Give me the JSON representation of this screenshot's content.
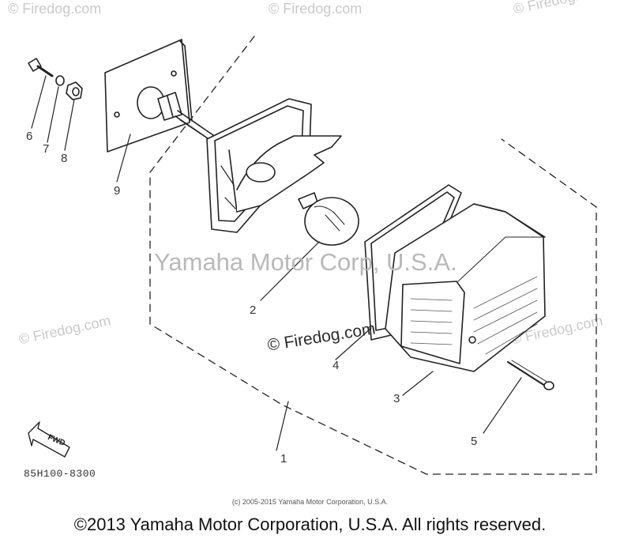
{
  "watermarks": {
    "top_left": "© Firedog.com",
    "top_center": "© Firedog.com",
    "top_right": "© Firedog.com",
    "mid_left": "© Firedog.com",
    "mid_right": "© Firedog.com",
    "center": "Yamaha Motor Corp, U.S.A.",
    "firedog": "© Firedog.com"
  },
  "callouts": [
    "1",
    "2",
    "3",
    "4",
    "5",
    "6",
    "7",
    "8",
    "9"
  ],
  "part_number": "85H100-8300",
  "fwd_label": "FWD",
  "copyright_small": "(c) 2005-2015 Yamaha Motor Corporation, U.S.A.",
  "copyright_main": "©2013 Yamaha Motor Corporation, U.S.A. All rights reserved.",
  "colors": {
    "line": "#222222",
    "watermark": "#c9c9c9",
    "background": "#ffffff"
  }
}
